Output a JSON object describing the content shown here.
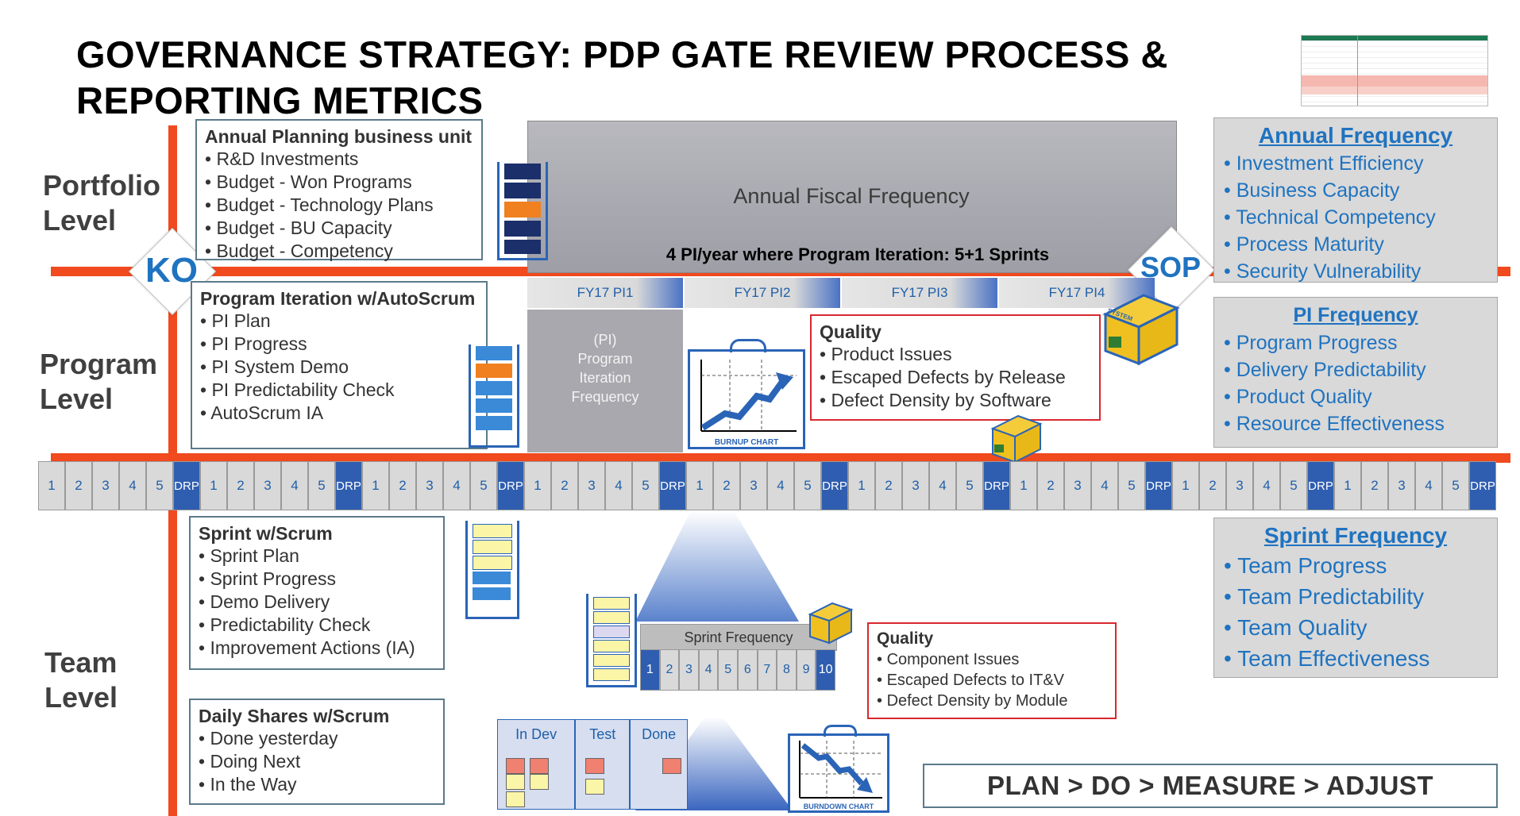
{
  "title": "GOVERNANCE STRATEGY: PDP GATE REVIEW PROCESS & REPORTING METRICS",
  "levels": {
    "portfolio": [
      "Portfolio",
      "Level"
    ],
    "program": [
      "Program",
      "Level"
    ],
    "team": [
      "Team",
      "Level"
    ]
  },
  "milestones": {
    "ko": "KO",
    "sop": "SOP"
  },
  "annual_box": {
    "title": "Annual Planning business unit",
    "items": [
      "R&D Investments",
      "Budget - Won Programs",
      "Budget - Technology Plans",
      "Budget - BU Capacity",
      "Budget - Competency"
    ]
  },
  "program_box": {
    "title": "Program Iteration w/AutoScrum",
    "items": [
      "PI Plan",
      "PI Progress",
      "PI System Demo",
      "PI Predictability Check",
      "AutoScrum IA"
    ]
  },
  "sprint_box": {
    "title": "Sprint w/Scrum",
    "items": [
      "Sprint Plan",
      "Sprint Progress",
      "Demo Delivery",
      "Predictability Check",
      "Improvement Actions (IA)"
    ]
  },
  "daily_box": {
    "title": "Daily Shares w/Scrum",
    "items": [
      "Done yesterday",
      "Doing Next",
      "In the Way"
    ]
  },
  "annual_fiscal": "Annual Fiscal Frequency",
  "pi_caption": "4 PI/year where Program Iteration: 5+1 Sprints",
  "pi_tabs": [
    "FY17 PI1",
    "FY17 PI2",
    "FY17 PI3",
    "FY17 PI4"
  ],
  "pi_frequency": [
    "(PI)",
    "Program",
    "Iteration",
    "Frequency"
  ],
  "burnup_label": "BURNUP CHART",
  "burndown_label": "BURNDOWN CHART",
  "system_label": "SYSTEM",
  "quality_program": {
    "title": "Quality",
    "items": [
      "Product Issues",
      "Escaped Defects by Release",
      "Defect Density by Software"
    ]
  },
  "quality_team": {
    "title": "Quality",
    "items": [
      "Component Issues",
      "Escaped Defects to IT&V",
      "Defect Density by Module"
    ]
  },
  "sprint_strip": {
    "numbers": [
      "1",
      "2",
      "3",
      "4",
      "5"
    ],
    "drp": "DRP",
    "repeats": 9
  },
  "sprint_frequency": "Sprint Frequency",
  "day_numbers": [
    "1",
    "2",
    "3",
    "4",
    "5",
    "6",
    "7",
    "8",
    "9",
    "10"
  ],
  "kanban": {
    "columns": [
      "In Dev",
      "Test",
      "Done"
    ]
  },
  "right_annual": {
    "title": "Annual Frequency",
    "items": [
      "Investment Efficiency",
      "Business Capacity",
      "Technical Competency",
      "Process Maturity",
      "Security Vulnerability"
    ]
  },
  "right_pi": {
    "title": "PI Frequency",
    "items": [
      "Program Progress",
      "Delivery Predictability",
      "Product Quality",
      "Resource Effectiveness"
    ]
  },
  "right_sprint": {
    "title": "Sprint Frequency",
    "items": [
      "Team Progress",
      "Team Predictability",
      "Team Quality",
      "Team Effectiveness"
    ]
  },
  "plan_cycle": "PLAN > DO > MEASURE > ADJUST",
  "colors": {
    "accent_red": "#f04a1e",
    "brand_blue": "#1f73c0",
    "drp_blue": "#2f5eb0",
    "panel_gray": "#d9d9d9",
    "quality_red": "#d9282f"
  }
}
